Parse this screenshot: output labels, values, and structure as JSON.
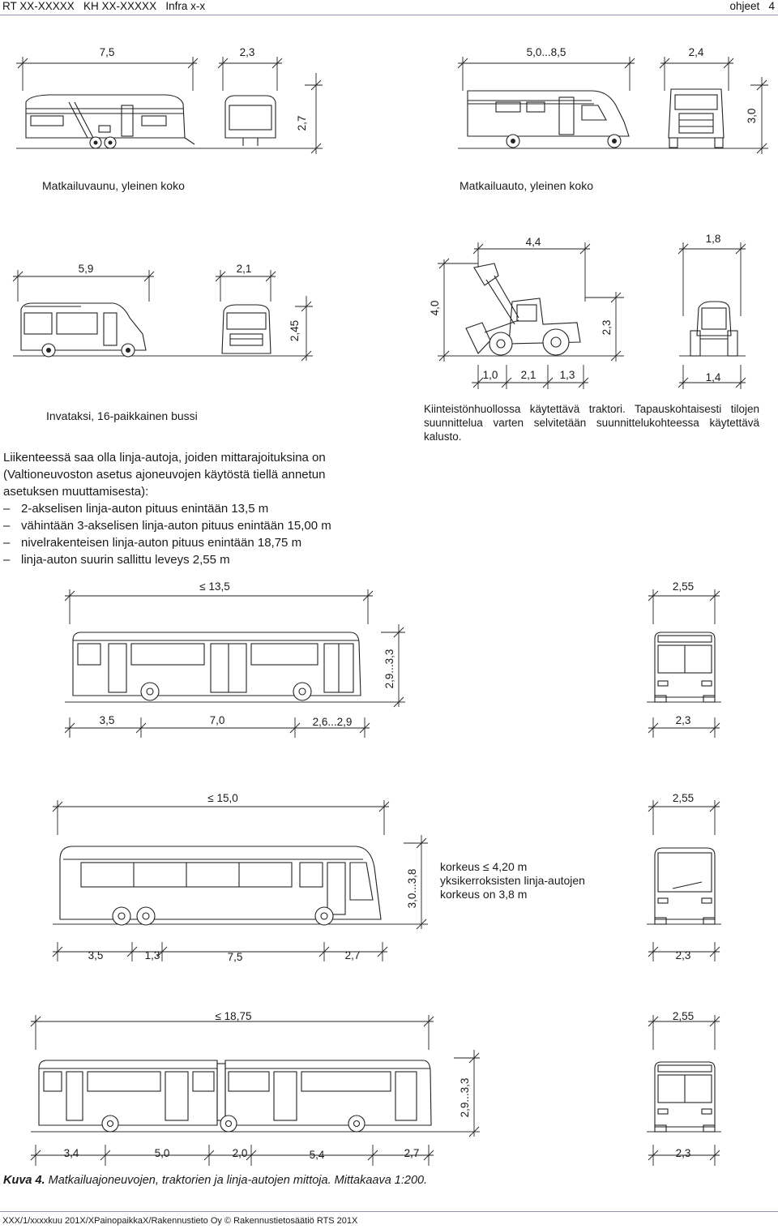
{
  "header": {
    "left": "RT XX-XXXXX   KH XX-XXXXX   Infra x-x",
    "right": "ohjeet   4"
  },
  "caravan": {
    "dims": [
      "7,5",
      "2,3",
      "2,7"
    ],
    "caption": "Matkailuvaunu, yleinen koko"
  },
  "motorhome": {
    "dims": [
      "5,0...8,5",
      "2,4",
      "3,0"
    ],
    "caption": "Matkailuauto, yleinen koko"
  },
  "invataxi": {
    "dims": [
      "5,9",
      "2,1",
      "2,45"
    ],
    "caption": "Invataksi, 16-paikkainen bussi"
  },
  "tractor": {
    "dims": [
      "4,4",
      "1,8",
      "4,0",
      "2,3",
      "1,0",
      "2,1",
      "1,3",
      "1,4"
    ],
    "text": "Kiinteistönhuollossa käytettävä traktori. Tapauskohtaisesti tilojen suunnittelua varten selvitetään suunnittelukohteessa käytettävä kalusto."
  },
  "regulation": {
    "intro": "Liikenteessä saa olla linja-autoja, joiden mittarajoituksina on (Valtioneuvoston asetus ajoneuvojen käytöstä tiellä annetun asetuksen muuttamisesta):",
    "items": [
      "2-akselisen linja-auton pituus enintään 13,5 m",
      "vähintään 3-akselisen linja-auton pituus enintään 15,00 m",
      "nivelrakenteisen linja-auton pituus enintään 18,75 m",
      "linja-auton suurin sallittu leveys 2,55 m"
    ]
  },
  "bus1": {
    "length": "≤ 13,5",
    "width": "2,55",
    "height": "2,9...3,3",
    "bottom": [
      "3,5",
      "7,0",
      "2,6...2,9"
    ],
    "front_bottom": "2,3"
  },
  "bus2": {
    "length": "≤ 15,0",
    "width": "2,55",
    "height": "3,0...3,8",
    "note": [
      "korkeus ≤ 4,20 m",
      "yksikerroksisten linja-autojen",
      "korkeus on 3,8 m"
    ],
    "bottom": [
      "3,5",
      "1,3",
      "7,5",
      "2,7"
    ],
    "front_bottom": "2,3"
  },
  "bus3": {
    "length": "≤ 18,75",
    "width": "2,55",
    "height": "2,9...3,3",
    "bottom": [
      "3,4",
      "5,0",
      "2,0",
      "5,4",
      "2,7"
    ],
    "front_bottom": "2,3"
  },
  "figure": {
    "label": "Kuva 4.",
    "text": " Matkailuajoneuvojen, traktorien ja linja-autojen mittoja. Mittakaava 1:200."
  },
  "footer": "XXX/1/xxxxkuu 201X/XPainopaikkaX/Rakennustieto Oy   © Rakennustietosäätiö RTS 201X"
}
